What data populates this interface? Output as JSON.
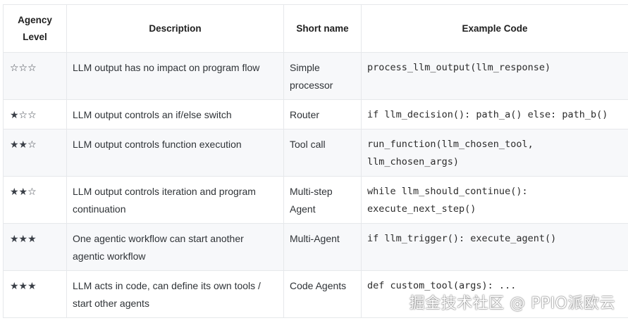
{
  "table": {
    "headers": {
      "agency_level": "Agency\nLevel",
      "description": "Description",
      "short_name": "Short name",
      "example_code": "Example Code"
    },
    "rows": [
      {
        "stars": "☆☆☆",
        "description": "LLM output has no impact on program flow",
        "short_name": "Simple processor",
        "example_code": "process_llm_output(llm_response)"
      },
      {
        "stars": "★☆☆",
        "description": "LLM output controls an if/else switch",
        "short_name": "Router",
        "example_code": "if llm_decision(): path_a() else: path_b()"
      },
      {
        "stars": "★★☆",
        "description": "LLM output controls function execution",
        "short_name": "Tool call",
        "example_code": "run_function(llm_chosen_tool, llm_chosen_args)"
      },
      {
        "stars": "★★☆",
        "description": "LLM output controls iteration and program continuation",
        "short_name": "Multi-step Agent",
        "example_code": "while llm_should_continue(): execute_next_step()"
      },
      {
        "stars": "★★★",
        "description": "One agentic workflow can start another agentic workflow",
        "short_name": "Multi-Agent",
        "example_code": "if llm_trigger(): execute_agent()"
      },
      {
        "stars": "★★★",
        "description": "LLM acts in code, can define its own tools / start other agents",
        "short_name": "Code Agents",
        "example_code": "def custom_tool(args): ..."
      }
    ]
  },
  "watermark": "掘金技术社区 @ PPIO派欧云"
}
